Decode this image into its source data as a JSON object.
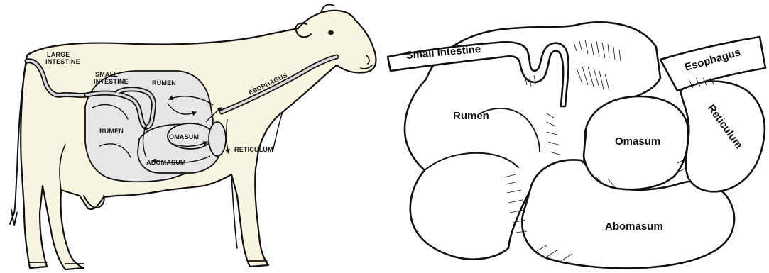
{
  "figure_left": {
    "labels": {
      "large_intestine_line1": "LARGE",
      "large_intestine_line2": "INTESTINE",
      "small_intestine_line1": "SMALL",
      "small_intestine_line2": "INTESTINE",
      "rumen_upper": "RUMEN",
      "rumen_lower": "RUMEN",
      "omasum": "OMASUM",
      "abomasum": "ABOMASUM",
      "reticulum": "RETICULUM",
      "esophagus": "ESOPHAGUS"
    }
  },
  "figure_right": {
    "labels": {
      "small_intestine": "Small Intestine",
      "esophagus": "Esophagus",
      "rumen": "Rumen",
      "reticulum": "Reticulum",
      "omasum": "Omasum",
      "abomasum": "Abomasum"
    }
  }
}
